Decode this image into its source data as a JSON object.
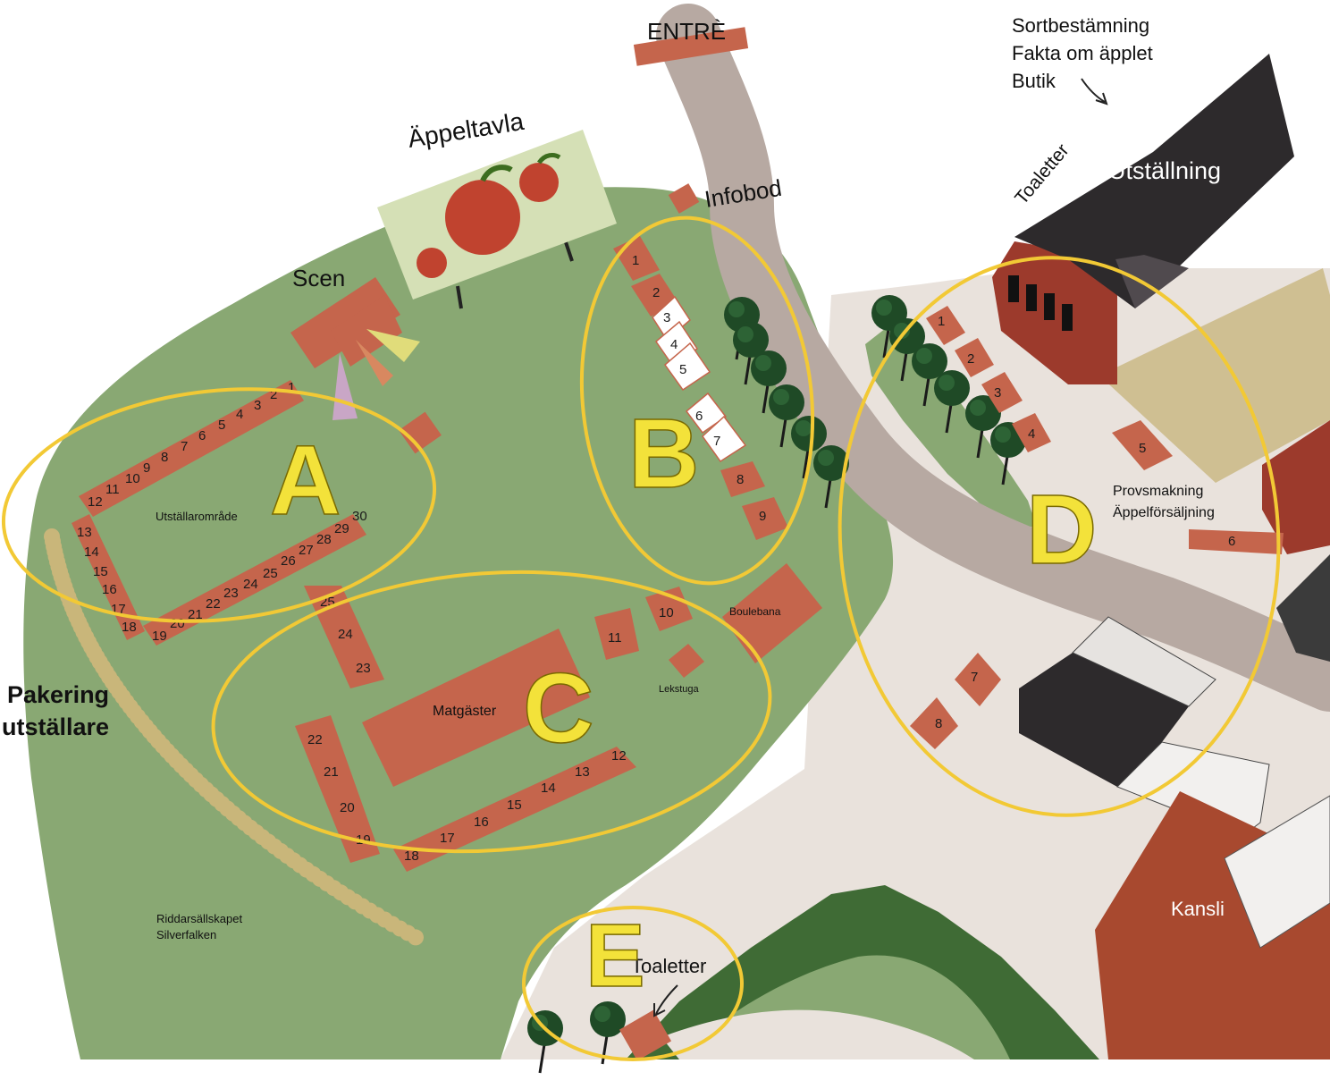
{
  "labels": {
    "entrance": "ENTRÈ",
    "sign": "Äppeltavla",
    "stage": "Scen",
    "infobod": "Infobod",
    "exhibit_area": "Utställarområde",
    "dining": "Matgäster",
    "boule": "Boulebana",
    "playhouse": "Lekstuga",
    "toilets_e": "Toaletter",
    "toilets_top": "Toaletter",
    "exhibition": "Utställning",
    "office": "Kansli",
    "tasting_1": "Provsmakning",
    "tasting_2": "Äppelförsäljning",
    "top_note_1": "Sortbestämning",
    "top_note_2": "Fakta om äpplet",
    "top_note_3": "Butik",
    "parking_1": "Pakering",
    "parking_2": "utställare",
    "society_1": "Riddarsällskapet",
    "society_2": "Silverfalken"
  },
  "zones": {
    "a": "A",
    "b": "B",
    "c": "C",
    "d": "D",
    "e": "E"
  },
  "stalls": {
    "a": [
      "1",
      "2",
      "3",
      "4",
      "5",
      "6",
      "7",
      "8",
      "9",
      "10",
      "11",
      "12",
      "13",
      "14",
      "15",
      "16",
      "17",
      "18",
      "19",
      "20",
      "21",
      "22",
      "23",
      "24",
      "25",
      "26",
      "27",
      "28",
      "29",
      "30"
    ],
    "b": [
      "1",
      "2",
      "3",
      "4",
      "5",
      "6",
      "7",
      "8",
      "9"
    ],
    "c": [
      "10",
      "11",
      "12",
      "13",
      "14",
      "15",
      "16",
      "17",
      "18",
      "19",
      "20",
      "21",
      "22",
      "23",
      "24",
      "25"
    ],
    "d": [
      "1",
      "2",
      "3",
      "4",
      "5",
      "6",
      "7",
      "8"
    ]
  },
  "colors": {
    "grass": "#89a873",
    "stall": "#c5654c",
    "path": "#b7a9a2",
    "plaza": "#e9e2dc",
    "zone_ring": "#f2c935",
    "zone_letter": "#f3e23a",
    "roof": "#2d2a2c",
    "red_building": "#9c3a2c",
    "sign_board": "#d5e0b6",
    "tree": "#1f4a26"
  }
}
